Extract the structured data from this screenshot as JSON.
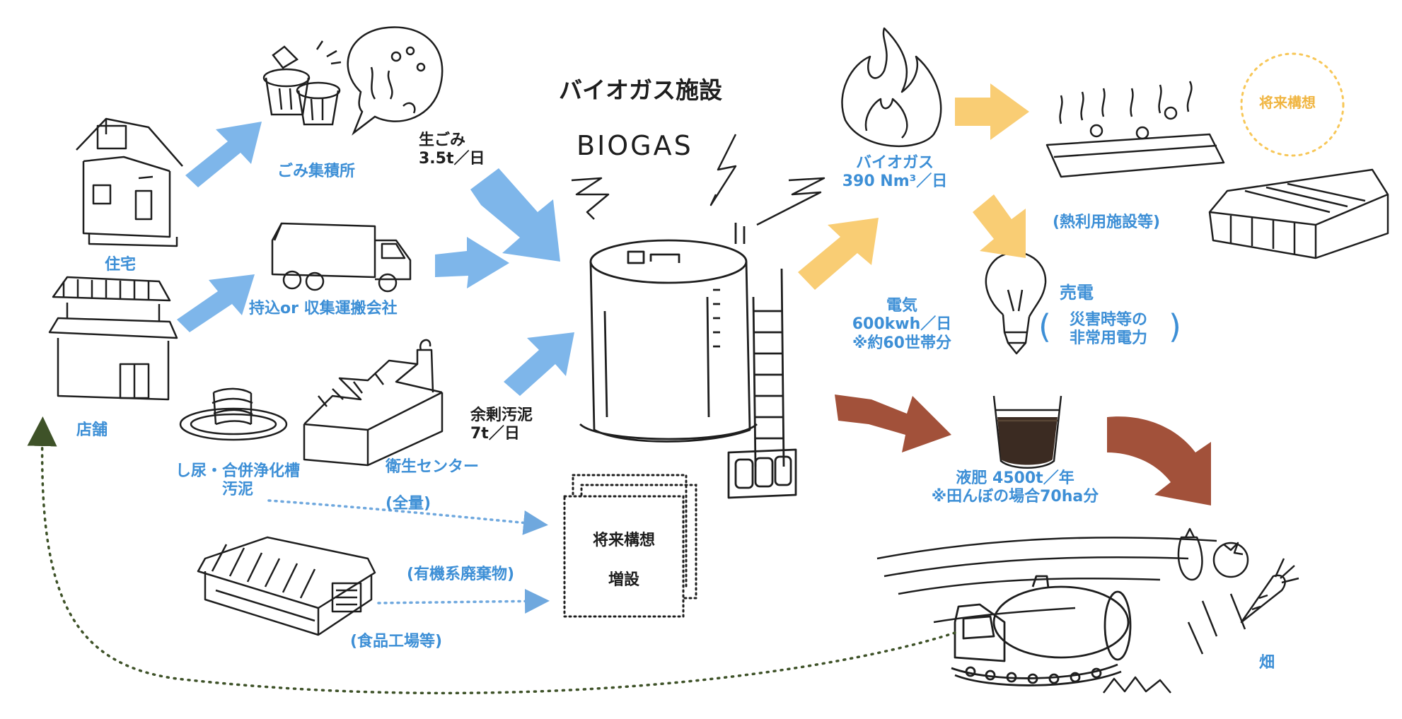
{
  "title": "バイオガス施設",
  "subtitle": "BIOGAS",
  "sources": {
    "house": "住宅",
    "store": "店舗",
    "garbage_station": "ごみ集積所",
    "truck_company": "持込or 収集運搬会社",
    "sludge_tank": "し尿・合併浄化槽",
    "sludge_tank_2": "汚泥",
    "sanitation_center": "衛生センター",
    "food_factory": "(食品工場等)"
  },
  "inputs": {
    "food_waste": "生ごみ",
    "food_waste_amount": "3.5t／日",
    "excess_sludge": "余剰汚泥",
    "excess_sludge_amount": "7t／日",
    "all_amount": "(全量)",
    "organic_waste": "(有機系廃棄物)"
  },
  "future": {
    "plan": "将来構想",
    "expansion": "増設",
    "plan_badge": "将来構想"
  },
  "outputs": {
    "biogas": "バイオガス",
    "biogas_amount": "390 Nm³／日",
    "heat_facility": "(熱利用施設等)",
    "electricity": "電気",
    "electricity_amount": "600kwh／日",
    "electricity_note": "※約60世帯分",
    "power_sale": "売電",
    "emergency_1": "災害時等の",
    "emergency_2": "非常用電力",
    "fertilizer": "液肥 4500t／年",
    "fertilizer_note": "※田んぼの場合70ha分",
    "field": "畑"
  },
  "colors": {
    "blue_arrow": "#7eb6ea",
    "yellow_arrow": "#f9cd74",
    "brown_arrow": "#a2513a",
    "blue_text": "#3d8fd6",
    "yellow_text": "#f0b541",
    "dotted_blue": "#6fa8de",
    "dotted_dark": "#3e5228"
  }
}
